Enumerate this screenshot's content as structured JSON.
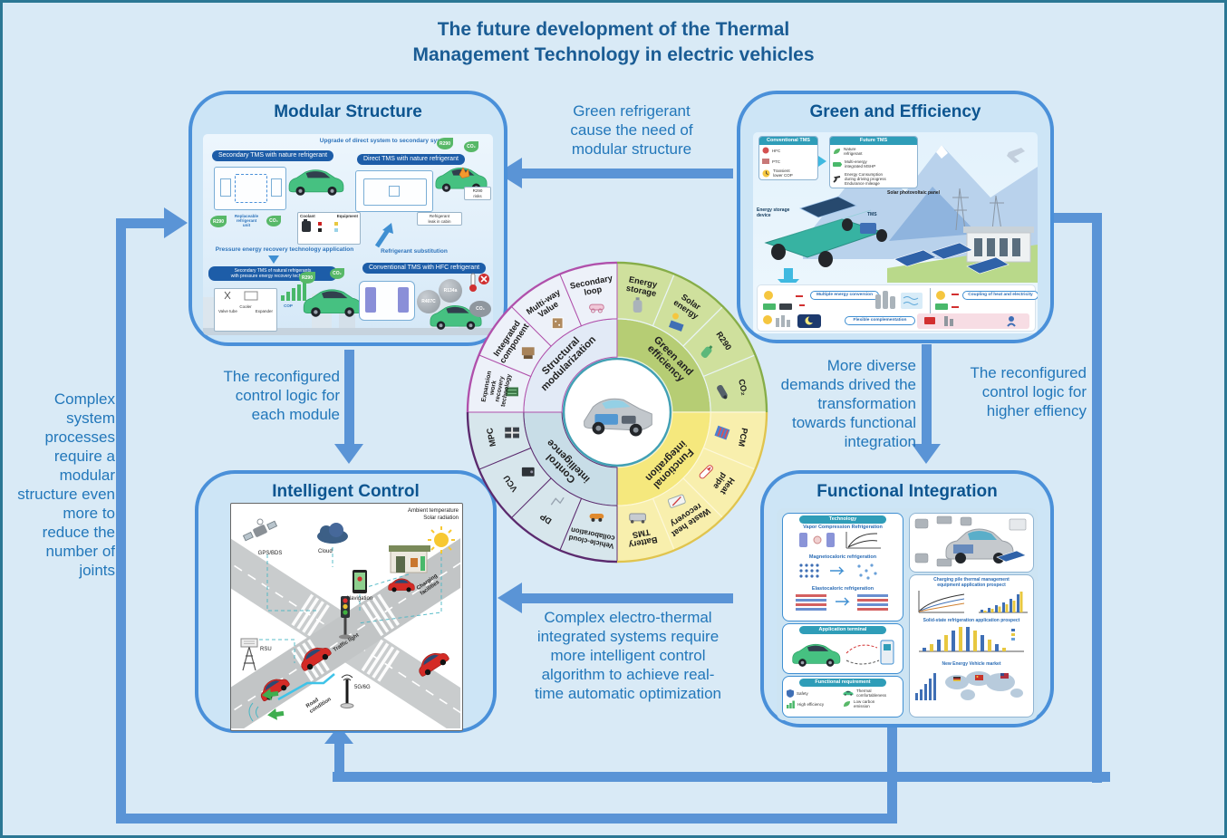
{
  "figure_title": "The future development of the Thermal\nManagement Technology in electric vehicles",
  "captions": {
    "green_to_modular": "Green refrigerant\ncause the need of\nmodular structure",
    "modular_to_intelligent": "The reconfigured\ncontrol logic for\neach module",
    "green_to_functional": "More diverse\ndemands drived the\ntransformation\ntowards functional\nintegration",
    "green_to_intelligent": "The reconfigured\ncontrol logic for\nhigher effiency",
    "functional_to_intelligent": "Complex electro-thermal\nintegrated systems require\nmore intelligent control\nalgorithm to achieve real-\ntime automatic optimization",
    "functional_to_modular": "Complex\nsystem\nprocesses\nrequire a\nmodular\nstructure even\nmore to\nreduce the\nnumber of\njoints"
  },
  "modular": {
    "title": "Modular Structure",
    "upgrade_note": "Upgrade of direct system to secondary system",
    "secondary_tms": "Secondary TMS with nature refrigerant",
    "direct_tms": "Direct TMS with nature refrigerant",
    "pressure_note": "Pressure energy recovery technology application",
    "secondary_pressure_tms": "Secondary TMS of natural refrigerants\nwith pressure energy recovery technology",
    "refrigerant_sub": "Refrigerant substitution",
    "conventional_tms": "Conventional TMS with HFC refrigerant",
    "r290": "R290",
    "co2": "CO₂",
    "r134a": "R134a",
    "r407c": "R407C",
    "leak_note": "Refrigerant\nleak in cabin",
    "risk_note": "R290\nrisks",
    "replaceable": "Replaceable\nrefrigerant\nunit",
    "coolant": "Coolant",
    "equipment": "Equipment",
    "cop": "COP",
    "comp_cooler": "Cooler",
    "comp_valve": "Valve tube",
    "comp_expander": "Expander"
  },
  "green": {
    "title": "Green and Efficiency",
    "conventional_header": "Conventional TMS",
    "conventional_rows": [
      "HFC",
      "PTC",
      "Transient\nlower COP"
    ],
    "future_header": "Future TMS",
    "future_rows": [
      "Nature\nrefrigerant",
      "Multi-energy\nintegrated MSHP",
      "Energy Consumption\nduring driving progress\nEndurance mileage"
    ],
    "solar_label": "Solar photovoltaic panel",
    "storage_label": "Energy storage\ndevice",
    "tms_label": "TMS",
    "pill_conversion": "Multiple energy conversion",
    "pill_coupling": "Coupling of heat and electricity",
    "pill_complementation": "Flexible complementation"
  },
  "intelligent": {
    "title": "Intelligent Control",
    "gps": "GPS/BDS",
    "cloud": "Cloud",
    "nav": "Navigation",
    "charging": "Charging\nfacilities",
    "ambient": "Ambient temperature\nSolar radiation",
    "traffic": "Traffic light",
    "rsu": "RSU",
    "g56": "5G/6G",
    "road": "Road\ncondition"
  },
  "functional": {
    "title": "Functional Integration",
    "tech_header": "Technology",
    "tech_items": [
      "Vapor Compression Refrigeration",
      "Magnetocaloric refrigeration",
      "Elastocaloric refrigeration"
    ],
    "app_header": "Application terminal",
    "req_header": "Functional requirement",
    "req_items": [
      "Safety",
      "Thermal\ncomfortableness",
      "High efficiency",
      "Low carbon\nemission"
    ],
    "prospect1": "Charging pile thermal management\nequipment application prospect",
    "prospect2": "Solid-state refrigeration application prospect",
    "prospect3": "New Energy Vehicle market"
  },
  "wheel": {
    "quadrants": [
      {
        "label_lines": [
          "Green and",
          "efficiency"
        ],
        "segments": [
          {
            "lines": [
              "Energy",
              "storage"
            ]
          },
          {
            "lines": [
              "Solar",
              "energy"
            ]
          },
          {
            "lines": [
              "R290"
            ]
          },
          {
            "lines": [
              "CO₂"
            ]
          }
        ]
      },
      {
        "label_lines": [
          "Functional",
          "integration"
        ],
        "segments": [
          {
            "lines": [
              "PCM"
            ]
          },
          {
            "lines": [
              "Heat",
              "pipe"
            ]
          },
          {
            "lines": [
              "Waste heat",
              "recovery"
            ]
          },
          {
            "lines": [
              "Battery",
              "TMS"
            ]
          }
        ]
      },
      {
        "label_lines": [
          "Control",
          "intelligence"
        ],
        "segments": [
          {
            "lines": [
              "Vehicle-cloud",
              "collaboration"
            ]
          },
          {
            "lines": [
              "DP"
            ]
          },
          {
            "lines": [
              "VCU"
            ]
          },
          {
            "lines": [
              "MPC"
            ]
          }
        ]
      },
      {
        "label_lines": [
          "Structural",
          "modularization"
        ],
        "segments": [
          {
            "lines": [
              "Expansion",
              "work",
              "recovery",
              "technology"
            ]
          },
          {
            "lines": [
              "Integrated",
              "component"
            ]
          },
          {
            "lines": [
              "Multi-way",
              "Value"
            ]
          },
          {
            "lines": [
              "Secondary",
              "loop"
            ]
          }
        ]
      }
    ]
  },
  "colors": {
    "accent_blue": "#4a90d9",
    "caption_blue": "#2277ba",
    "title_blue": "#1a5c94",
    "green_quadrant": "#b6cd74",
    "yellow_quadrant": "#f5e87d",
    "control_quadrant": "#c8dde7",
    "structural_quadrant": "#e2eaf6"
  }
}
